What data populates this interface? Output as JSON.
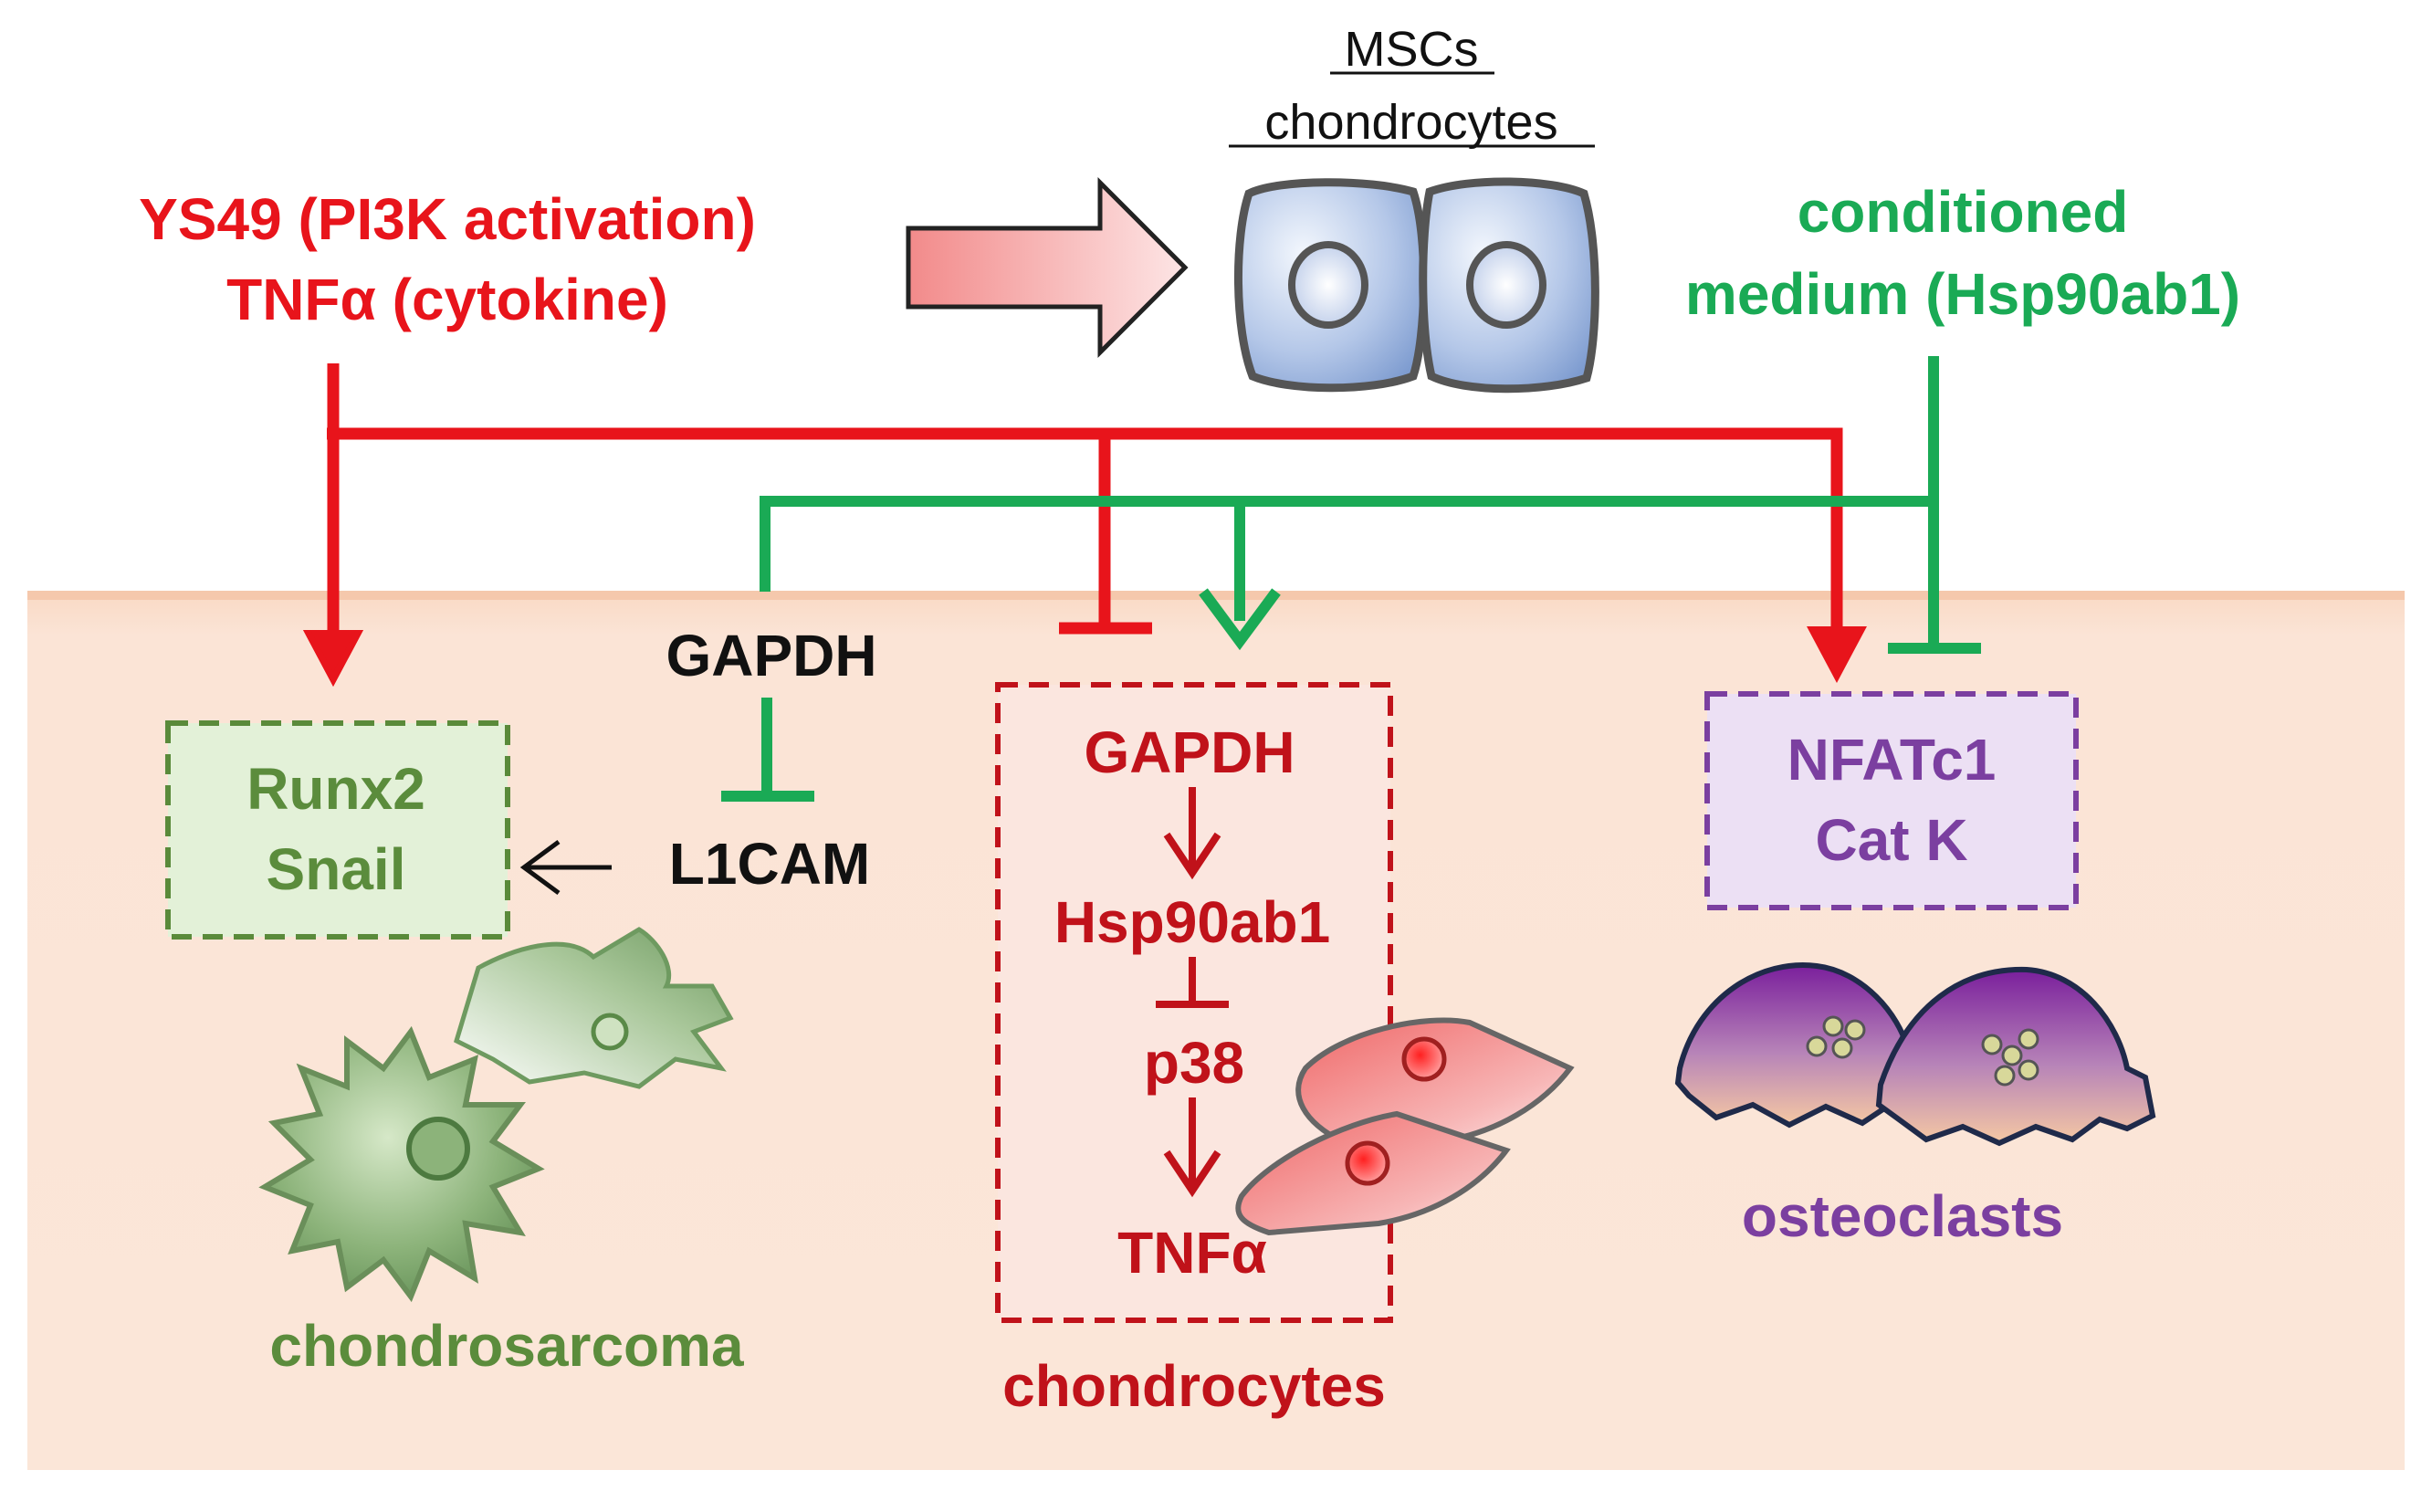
{
  "header": {
    "top_line": "MSCs",
    "bottom_line": "chondrocytes"
  },
  "stimulus": {
    "line1": "YS49 (PI3K activation)",
    "line2": "TNFα (cytokine)"
  },
  "conditioned": {
    "line1": "conditioned",
    "line2": "medium (Hsp90ab1)"
  },
  "left_module": {
    "gapdh": "GAPDH",
    "l1cam": "L1CAM",
    "box_line1": "Runx2",
    "box_line2": "Snail",
    "cell_label": "chondrosarcoma"
  },
  "center_module": {
    "gapdh": "GAPDH",
    "hsp": "Hsp90ab1",
    "p38": "p38",
    "tnf": "TNFα",
    "cell_label": "chondrocytes"
  },
  "right_module": {
    "box_line1": "NFATc1",
    "box_line2": "Cat K",
    "cell_label": "osteoclasts"
  },
  "colors": {
    "red": "#e8141b",
    "dark_red": "#c0121a",
    "green": "#1aaa55",
    "olive_green": "#4f8a2e",
    "purple": "#7b3fa0",
    "black": "#111111",
    "band": "#fbe3d3"
  }
}
